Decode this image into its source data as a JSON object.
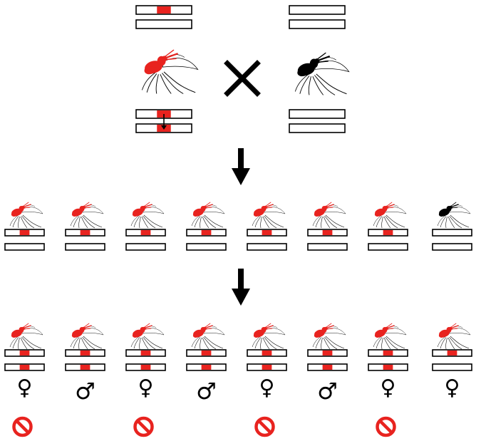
{
  "colors": {
    "gene_drive": "#e8231f",
    "wild_type": "#000000",
    "outline": "#000000",
    "no_symbol": "#e8231f"
  },
  "parents": {
    "left": {
      "mosquito": "gene-drive",
      "chromosomes": [
        "drive",
        "wild"
      ],
      "after_homing": [
        "drive",
        "drive"
      ],
      "homing_arrow": true
    },
    "right": {
      "mosquito": "wild-type",
      "chromosomes": [
        "wild",
        "wild"
      ],
      "after_homing": [
        "wild",
        "wild"
      ]
    },
    "cross_symbol": "×"
  },
  "generation_f1": [
    {
      "mosquito": "gene-drive",
      "chromosomes": [
        "drive",
        "wild"
      ]
    },
    {
      "mosquito": "gene-drive",
      "chromosomes": [
        "drive",
        "wild"
      ]
    },
    {
      "mosquito": "gene-drive",
      "chromosomes": [
        "drive",
        "wild"
      ]
    },
    {
      "mosquito": "gene-drive",
      "chromosomes": [
        "drive",
        "wild"
      ]
    },
    {
      "mosquito": "gene-drive",
      "chromosomes": [
        "drive",
        "wild"
      ]
    },
    {
      "mosquito": "gene-drive",
      "chromosomes": [
        "drive",
        "wild"
      ]
    },
    {
      "mosquito": "gene-drive",
      "chromosomes": [
        "drive",
        "wild"
      ]
    },
    {
      "mosquito": "wild-type",
      "chromosomes": [
        "wild",
        "wild"
      ]
    }
  ],
  "generation_f2": [
    {
      "mosquito": "gene-drive",
      "chromosomes": [
        "drive",
        "drive"
      ],
      "sex": "♀",
      "sterile": true
    },
    {
      "mosquito": "gene-drive",
      "chromosomes": [
        "drive",
        "drive"
      ],
      "sex": "♂",
      "sterile": false
    },
    {
      "mosquito": "gene-drive",
      "chromosomes": [
        "drive",
        "drive"
      ],
      "sex": "♀",
      "sterile": true
    },
    {
      "mosquito": "gene-drive",
      "chromosomes": [
        "drive",
        "drive"
      ],
      "sex": "♂",
      "sterile": false
    },
    {
      "mosquito": "gene-drive",
      "chromosomes": [
        "drive",
        "drive"
      ],
      "sex": "♀",
      "sterile": true
    },
    {
      "mosquito": "gene-drive",
      "chromosomes": [
        "drive",
        "drive"
      ],
      "sex": "♂",
      "sterile": false
    },
    {
      "mosquito": "gene-drive",
      "chromosomes": [
        "drive",
        "drive"
      ],
      "sex": "♀",
      "sterile": true
    },
    {
      "mosquito": "gene-drive",
      "chromosomes": [
        "drive",
        "wild"
      ],
      "sex": "♀",
      "sterile": false
    }
  ]
}
